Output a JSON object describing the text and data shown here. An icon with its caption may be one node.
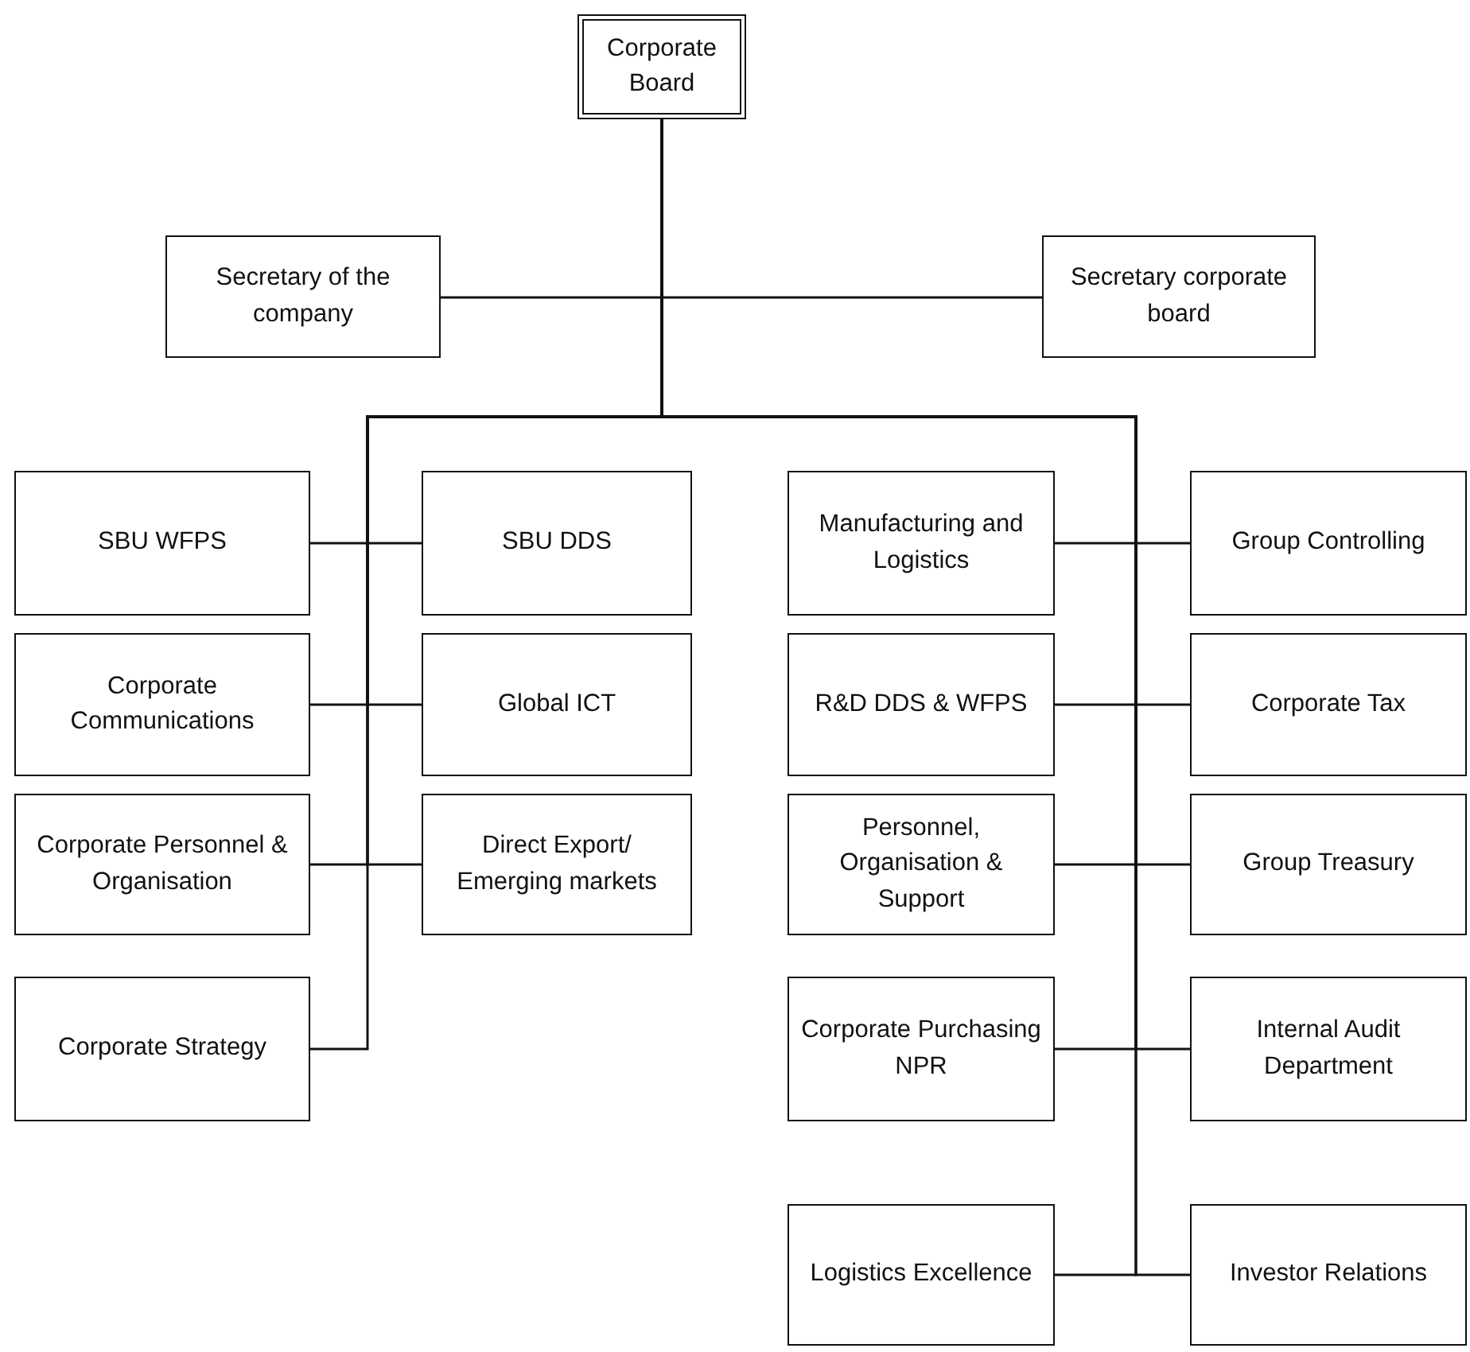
{
  "diagram": {
    "nodes": [
      {
        "text": [
          "Corporate Board"
        ]
      },
      {
        "text": [
          "Secretary of the company"
        ]
      },
      {
        "text": [
          "Secretary corporate board"
        ]
      },
      {
        "text": [
          "SBU WFPS"
        ]
      },
      {
        "text": [
          "SBU DDS"
        ]
      },
      {
        "text": [
          "Corporate Communications"
        ]
      },
      {
        "text": [
          "Global ICT"
        ]
      },
      {
        "text": [
          "Corporate Personnel & Organisation"
        ]
      },
      {
        "text": [
          "Direct Export/ Emerging markets"
        ]
      },
      {
        "text": [
          "Corporate Strategy"
        ]
      },
      {
        "text": [
          "Manufacturing and Logistics"
        ]
      },
      {
        "text": [
          "Group Controlling"
        ]
      },
      {
        "text": [
          "R&D DDS & WFPS"
        ]
      },
      {
        "text": [
          "Corporate Tax"
        ]
      },
      {
        "text": [
          "Personnel, Organisation & Support"
        ]
      },
      {
        "text": [
          "Group Treasury"
        ]
      },
      {
        "text": [
          "Corporate Purchasing NPR"
        ]
      },
      {
        "text": [
          "Internal Audit Department"
        ]
      },
      {
        "text": [
          "Logistics Excellence"
        ]
      },
      {
        "text": [
          "Investor Relations"
        ]
      }
    ],
    "edges": [
      {
        "from": 0,
        "to": 1,
        "arrow": "none"
      },
      {
        "from": 0,
        "to": 2,
        "arrow": "none"
      },
      {
        "from": 0,
        "to": 3,
        "arrow": "none"
      },
      {
        "from": 0,
        "to": 4,
        "arrow": "none"
      },
      {
        "from": 0,
        "to": 5,
        "arrow": "none"
      },
      {
        "from": 0,
        "to": 6,
        "arrow": "none"
      },
      {
        "from": 0,
        "to": 7,
        "arrow": "none"
      },
      {
        "from": 0,
        "to": 8,
        "arrow": "none"
      },
      {
        "from": 0,
        "to": 9,
        "arrow": "none"
      },
      {
        "from": 0,
        "to": 10,
        "arrow": "none"
      },
      {
        "from": 0,
        "to": 11,
        "arrow": "none"
      },
      {
        "from": 0,
        "to": 12,
        "arrow": "none"
      },
      {
        "from": 0,
        "to": 13,
        "arrow": "none"
      },
      {
        "from": 0,
        "to": 14,
        "arrow": "none"
      },
      {
        "from": 0,
        "to": 15,
        "arrow": "none"
      },
      {
        "from": 0,
        "to": 16,
        "arrow": "none"
      },
      {
        "from": 0,
        "to": 17,
        "arrow": "none"
      },
      {
        "from": 0,
        "to": 18,
        "arrow": "none"
      },
      {
        "from": 0,
        "to": 19,
        "arrow": "none"
      }
    ]
  }
}
